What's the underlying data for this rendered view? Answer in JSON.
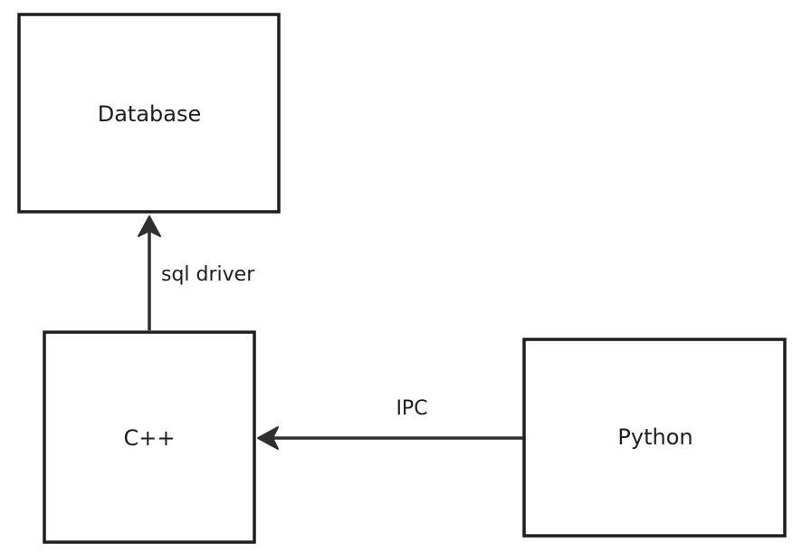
{
  "diagram": {
    "nodes": {
      "database": {
        "label": "Database"
      },
      "cpp": {
        "label": "C++"
      },
      "python": {
        "label": "Python"
      }
    },
    "edges": {
      "cpp_to_database": {
        "label": "sql driver"
      },
      "python_to_cpp": {
        "label": "IPC"
      }
    }
  }
}
